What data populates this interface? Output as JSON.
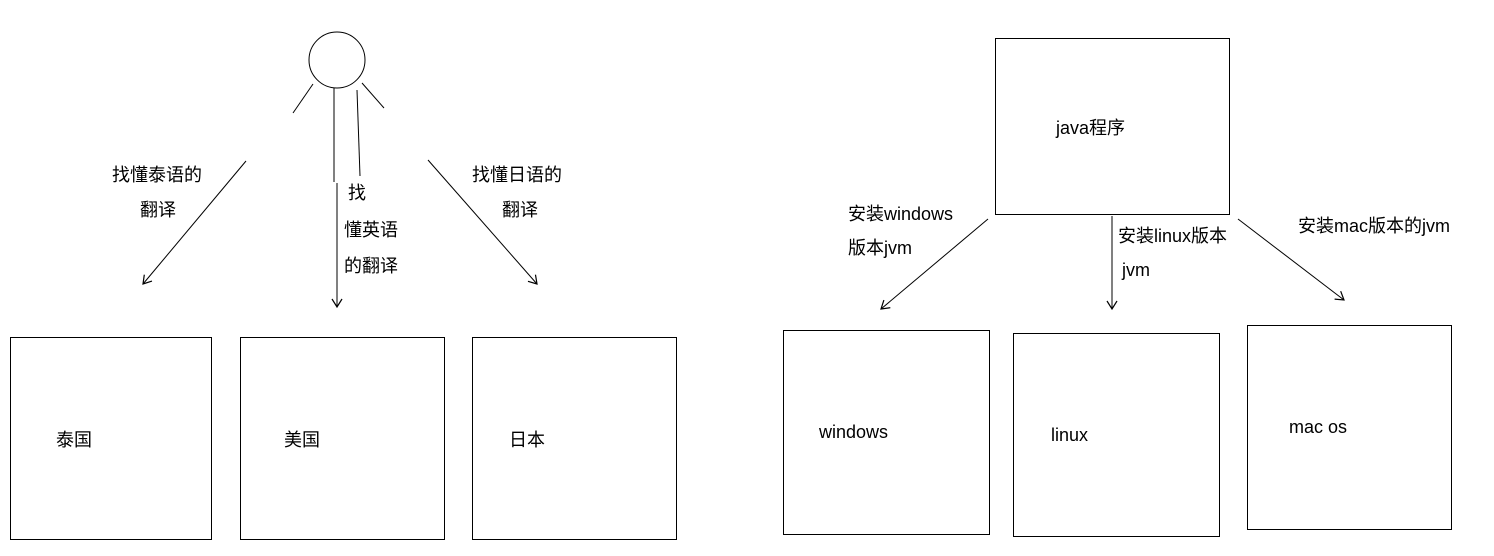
{
  "translator_analogy": {
    "arrow_labels": {
      "thai_line1": "找懂泰语的",
      "thai_line2": "翻译",
      "english_line1": "找",
      "english_line2": "懂英语",
      "english_line3": "的翻译",
      "japanese_line1": "找懂日语的",
      "japanese_line2": "翻译"
    },
    "boxes": {
      "thailand": "泰国",
      "usa": "美国",
      "japan": "日本"
    }
  },
  "jvm_diagram": {
    "top_box": "java程序",
    "arrow_labels": {
      "windows_line1": "安装windows",
      "windows_line2": "版本jvm",
      "linux_line1": "安装linux版本",
      "linux_line2": "jvm",
      "mac_line1": "安装mac版本的jvm"
    },
    "boxes": {
      "windows": "windows",
      "linux": "linux",
      "mac": "mac os"
    }
  },
  "colors": {
    "line": "#000000",
    "background": "#ffffff",
    "text": "#000000"
  }
}
